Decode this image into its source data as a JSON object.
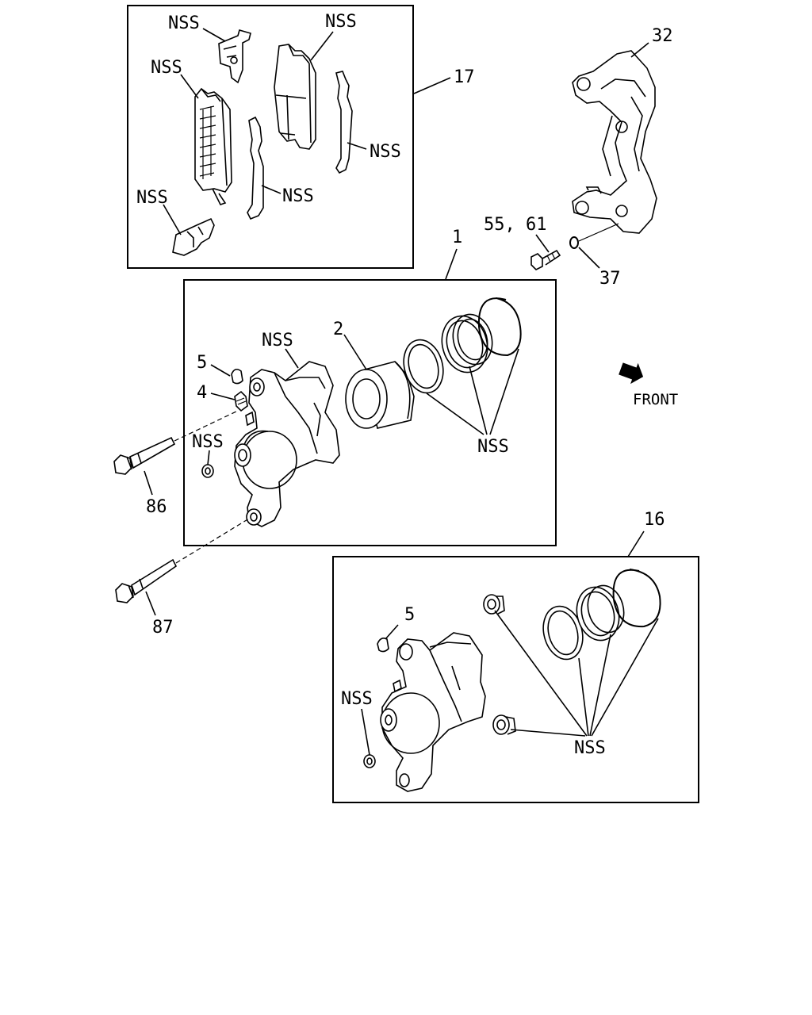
{
  "labels": {
    "l17": "17",
    "l32": "32",
    "l55_61": "55, 61",
    "l37": "37",
    "l1": "1",
    "l2": "2",
    "l5a": "5",
    "l4": "4",
    "l86": "86",
    "l87": "87",
    "l16": "16",
    "l5b": "5",
    "front": "FRONT",
    "nss": "NSS"
  }
}
